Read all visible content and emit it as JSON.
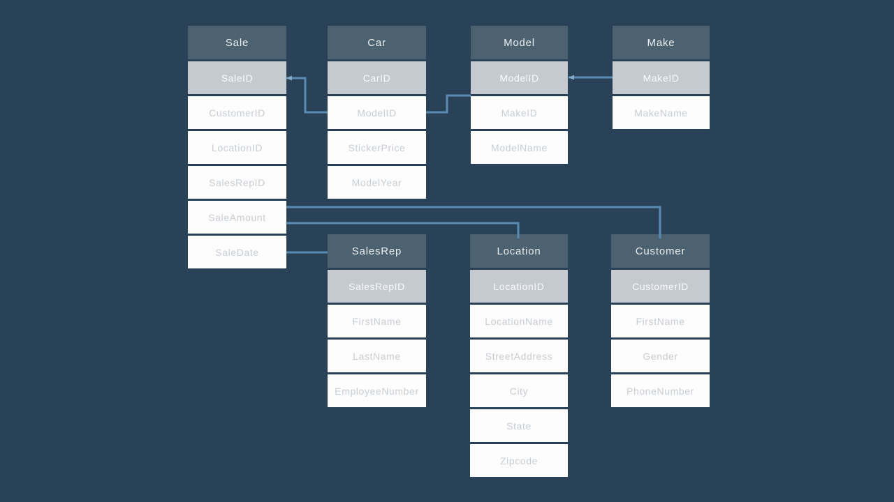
{
  "colors": {
    "background": "#294257",
    "header_bg": "#4d6270",
    "header_text": "#e9eef1",
    "key_row_bg": "#c5cad0",
    "key_row_text": "#f8fafc",
    "row_bg": "#fdfdfd",
    "row_text": "#c8cdd2",
    "connector": "#5b8ab4",
    "arrow": "#86abc8"
  },
  "tables": [
    {
      "id": "sale",
      "name": "Sale",
      "fields": [
        {
          "label": "SaleID",
          "key": true
        },
        {
          "label": "CustomerID",
          "key": false
        },
        {
          "label": "LocationID",
          "key": false
        },
        {
          "label": "SalesRepID",
          "key": false
        },
        {
          "label": "SaleAmount",
          "key": false
        },
        {
          "label": "SaleDate",
          "key": false
        }
      ]
    },
    {
      "id": "car",
      "name": "Car",
      "fields": [
        {
          "label": "CarID",
          "key": true
        },
        {
          "label": "ModelID",
          "key": false
        },
        {
          "label": "StickerPrice",
          "key": false
        },
        {
          "label": "ModelYear",
          "key": false
        }
      ]
    },
    {
      "id": "model",
      "name": "Model",
      "fields": [
        {
          "label": "ModelID",
          "key": true
        },
        {
          "label": "MakeID",
          "key": false
        },
        {
          "label": "ModelName",
          "key": false
        }
      ]
    },
    {
      "id": "make",
      "name": "Make",
      "fields": [
        {
          "label": "MakeID",
          "key": true
        },
        {
          "label": "MakeName",
          "key": false
        }
      ]
    },
    {
      "id": "salesrep",
      "name": "SalesRep",
      "fields": [
        {
          "label": "SalesRepID",
          "key": true
        },
        {
          "label": "FirstName",
          "key": false
        },
        {
          "label": "LastName",
          "key": false
        },
        {
          "label": "EmployeeNumber",
          "key": false
        }
      ]
    },
    {
      "id": "location",
      "name": "Location",
      "fields": [
        {
          "label": "LocationID",
          "key": true
        },
        {
          "label": "LocationName",
          "key": false
        },
        {
          "label": "StreetAddress",
          "key": false
        },
        {
          "label": "City",
          "key": false
        },
        {
          "label": "State",
          "key": false
        },
        {
          "label": "Zipcode",
          "key": false
        }
      ]
    },
    {
      "id": "customer",
      "name": "Customer",
      "fields": [
        {
          "label": "CustomerID",
          "key": true
        },
        {
          "label": "FirstName",
          "key": false
        },
        {
          "label": "Gender",
          "key": false
        },
        {
          "label": "PhoneNumber",
          "key": false
        }
      ]
    }
  ],
  "relationships": [
    {
      "id": "sale-car",
      "from": "Sale.SaleID",
      "to": "Car.ModelID"
    },
    {
      "id": "car-model",
      "from": "Car.ModelID",
      "to": "Model.ModelID"
    },
    {
      "id": "make-model",
      "from": "Make.MakeID",
      "to": "Model.ModelID"
    },
    {
      "id": "sale-customer",
      "from": "Sale (SaleAmount row edge)",
      "to": "Customer (header)"
    },
    {
      "id": "sale-location",
      "from": "Sale (SaleAmount row edge)",
      "to": "Location (header)"
    },
    {
      "id": "sale-salesrep",
      "from": "Sale.SaleDate",
      "to": "SalesRep (header)"
    }
  ]
}
